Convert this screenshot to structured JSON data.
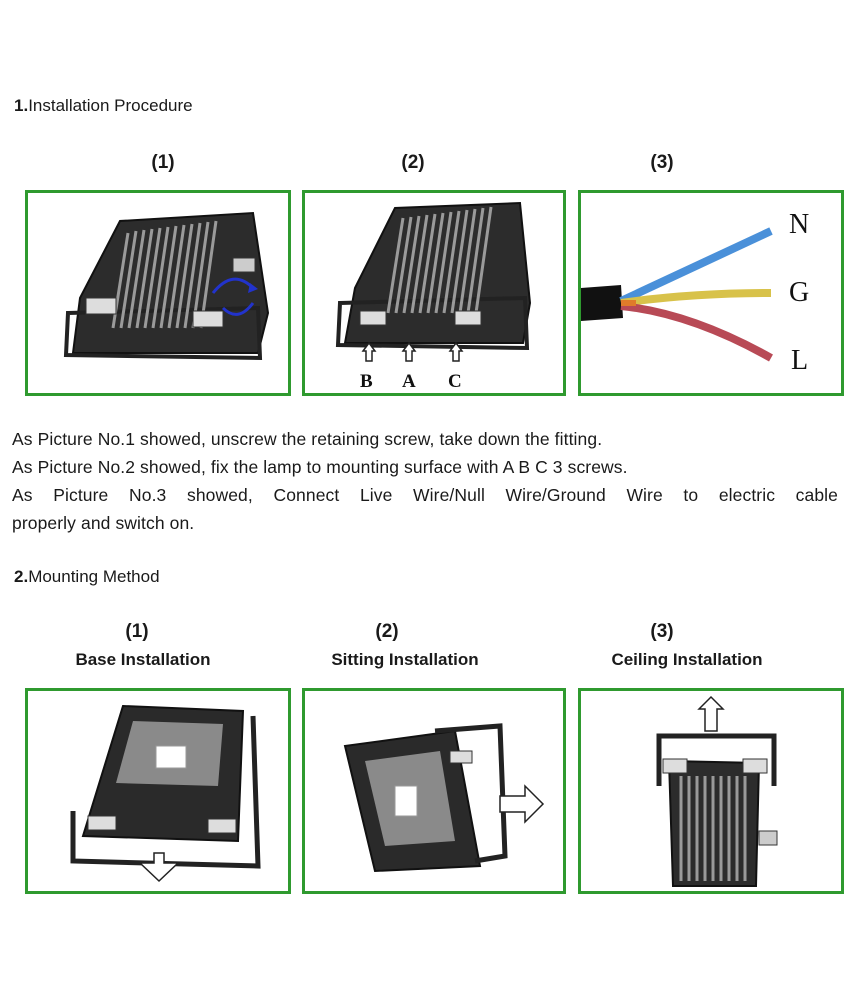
{
  "installation": {
    "number": "1.",
    "title": "Installation Procedure",
    "steps": [
      "(1)",
      "(2)",
      "(3)"
    ],
    "abc_labels": [
      "B",
      "A",
      "C"
    ],
    "wire_labels": [
      "N",
      "G",
      "L"
    ],
    "colors": {
      "wire_n": "#4a90d9",
      "wire_g": "#d8c24a",
      "wire_l": "#b84a56",
      "frame": "#2f9a2f"
    }
  },
  "instructions": [
    "As Picture No.1 showed, unscrew the retaining screw, take down the fitting.",
    "As Picture No.2 showed, fix the lamp to mounting surface with A B C 3 screws.",
    "As Picture No.3 showed, Connect Live Wire/Null Wire/Ground Wire to electric cable",
    "properly and switch on."
  ],
  "mounting": {
    "number": "2.",
    "title": "Mounting Method",
    "methods": [
      {
        "num": "(1)",
        "name": "Base Installation"
      },
      {
        "num": "(2)",
        "name": "Sitting Installation"
      },
      {
        "num": "(3)",
        "name": "Ceiling Installation"
      }
    ]
  }
}
